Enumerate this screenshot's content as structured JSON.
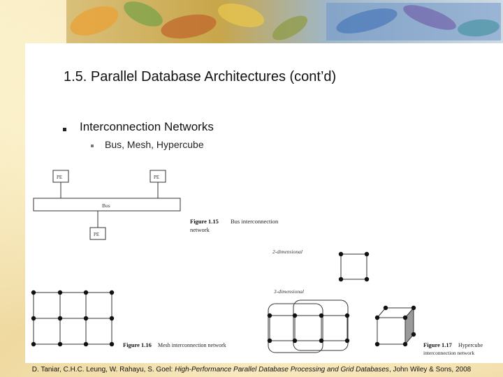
{
  "slide": {
    "title": "1.5.  Parallel Database Architectures (cont’d)",
    "bullet1": "Interconnection Networks",
    "bullet2": "Bus, Mesh, Hypercube"
  },
  "figures": {
    "pe_label": "PE",
    "bus_label": "Bus",
    "fig115_num": "Figure 1.15",
    "fig115_caption_a": "Bus interconnection",
    "fig115_caption_b": "network",
    "fig116_num": "Figure 1.16",
    "fig116_caption": "Mesh interconnection network",
    "hyper_2d_label": "2-dimensional",
    "hyper_3d_label": "3-dimensional",
    "fig117_num": "Figure 1.17",
    "fig117_caption_a": "Hypercube",
    "fig117_caption_b": "interconnection network"
  },
  "footer": {
    "authors": "D. Taniar, C.H.C. Leung, W. Rahayu, S. Goel: ",
    "book": "High-Performance Parallel Database Processing and Grid Databases",
    "publisher": ", John Wiley & Sons, 2008"
  },
  "colors": {
    "parchment": "#f3e6b8",
    "line": "#333333",
    "node": "#111111"
  }
}
